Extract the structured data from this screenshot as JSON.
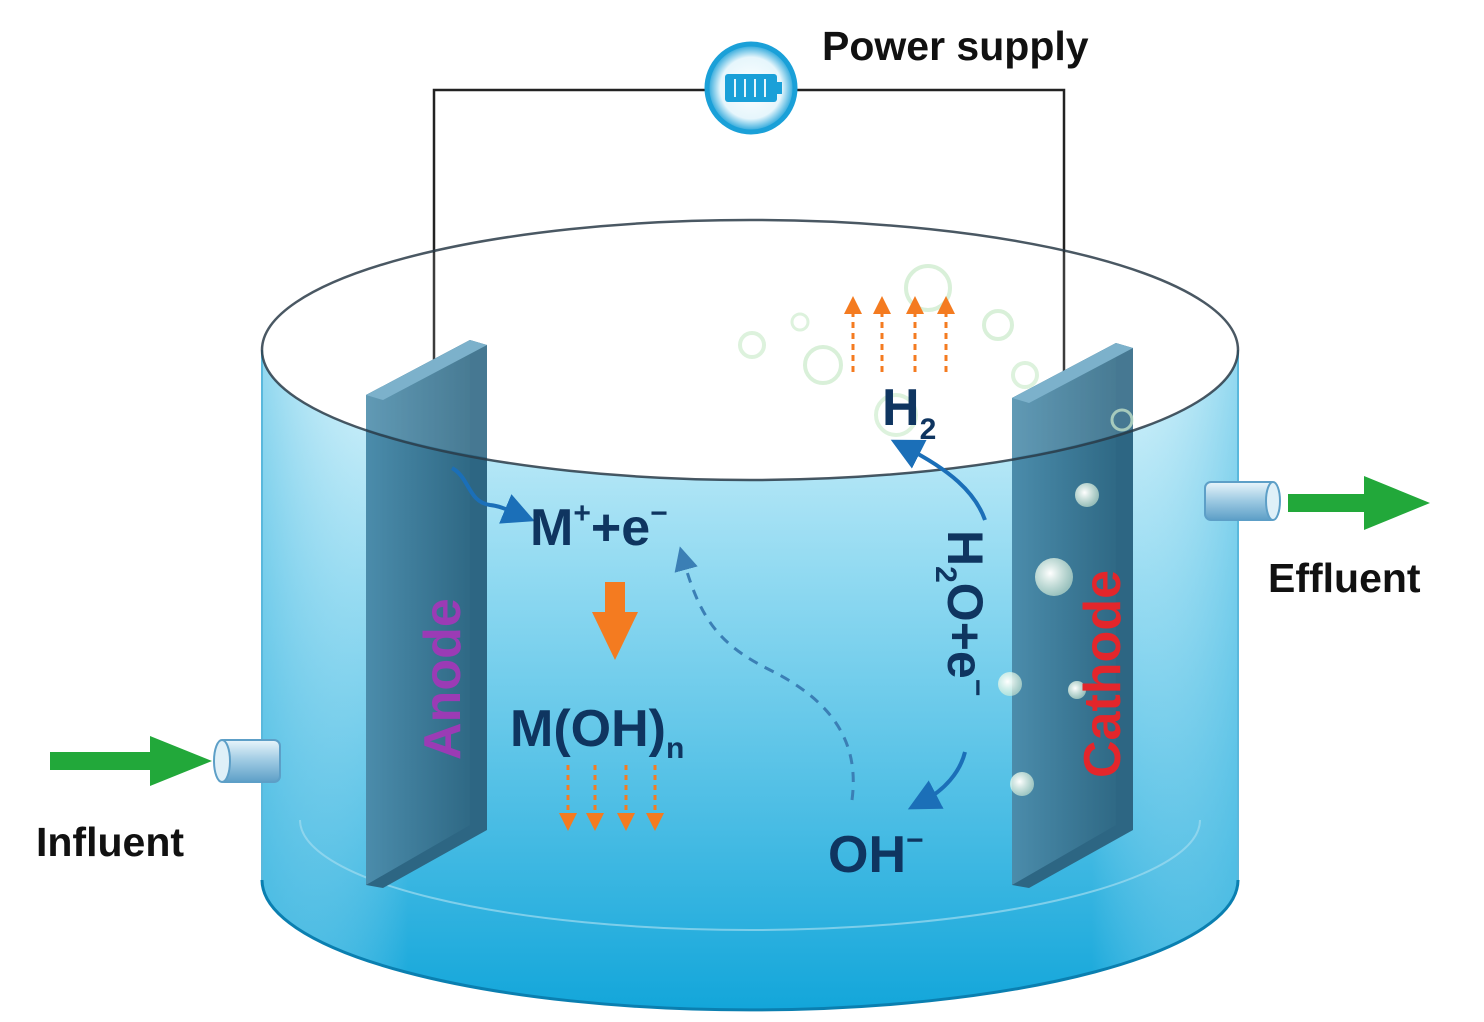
{
  "labels": {
    "power_supply": "Power supply",
    "anode": "Anode",
    "cathode": "Cathode",
    "influent": "Influent",
    "effluent": "Effluent"
  },
  "reactions": {
    "m_plus": "M",
    "m_plus_sup": "+",
    "m_plus_rest": "+e",
    "m_plus_minus": "−",
    "m_oh": "M(OH)",
    "m_oh_sub": "n",
    "h2": "H",
    "h2_sub": "2",
    "h2o": "H",
    "h2o_sub": "2",
    "h2o_rest": "O+e",
    "h2o_minus": "−",
    "oh": "OH",
    "oh_minus": "−"
  },
  "colors": {
    "water_top": "#c8eef8",
    "water_bottom": "#15a9dc",
    "electrode": "#3f7f9f",
    "anode_text": "#9b3bb5",
    "cathode_text": "#e3262b",
    "chem_text": "#0f3560",
    "flow_arrow": "#22a83a",
    "orange_arrow": "#f47b20",
    "reaction_arrow": "#1b6fb8"
  }
}
